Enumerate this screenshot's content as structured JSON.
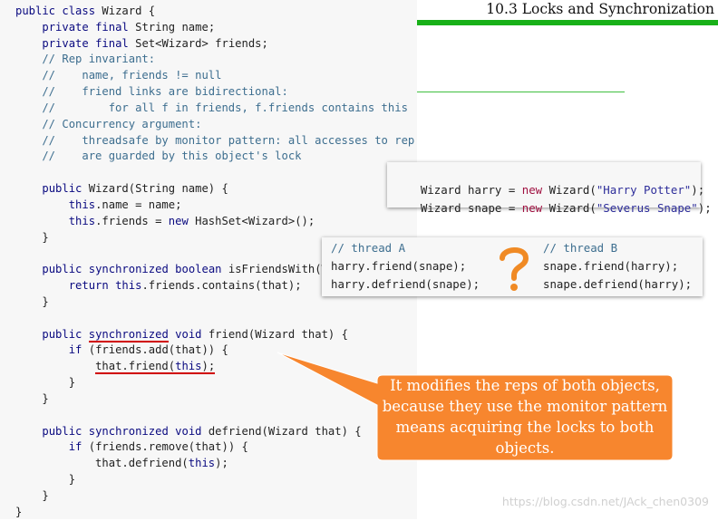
{
  "header": {
    "title": "10.3 Locks and Synchronization"
  },
  "code": {
    "lines": [
      "public class Wizard {",
      "    private final String name;",
      "    private final Set<Wizard> friends;",
      "    // Rep invariant:",
      "    //    name, friends != null",
      "    //    friend links are bidirectional:",
      "    //        for all f in friends, f.friends contains this",
      "    // Concurrency argument:",
      "    //    threadsafe by monitor pattern: all accesses to rep",
      "    //    are guarded by this object's lock",
      "",
      "    public Wizard(String name) {",
      "        this.name = name;",
      "        this.friends = new HashSet<Wizard>();",
      "    }",
      "",
      "    public synchronized boolean isFriendsWith(Wi",
      "        return this.friends.contains(that);",
      "    }",
      "",
      "    public synchronized void friend(Wizard that) {",
      "        if (friends.add(that)) {",
      "            that.friend(this);",
      "        }",
      "    }",
      "",
      "    public synchronized void defriend(Wizard that) {",
      "        if (friends.remove(that)) {",
      "            that.defriend(this);",
      "        }",
      "    }",
      "}"
    ]
  },
  "box_wizards": {
    "line1": {
      "decl": "Wizard harry = ",
      "kw": "new",
      "call": " Wizard(",
      "arg": "\"Harry Potter\"",
      "end": ");"
    },
    "line2": {
      "decl": "Wizard snape = ",
      "kw": "new",
      "call": " Wizard(",
      "arg": "\"Severus Snape\"",
      "end": ");"
    }
  },
  "box_threads": {
    "thread_a": {
      "comment": "// thread A",
      "lines": [
        "harry.friend(snape);",
        "harry.defriend(snape);"
      ]
    },
    "thread_b": {
      "comment": "// thread B",
      "lines": [
        "snape.friend(harry);",
        "snape.defriend(harry);"
      ]
    },
    "question_icon": "question-mark-icon"
  },
  "callout": {
    "text": "It modifies the reps of both objects, because they use the monitor pattern means acquiring the locks to both objects."
  },
  "watermark": "https://blog.csdn.net/JAck_chen0309",
  "colors": {
    "accent_green": "#18b018",
    "callout_orange": "#f7862e",
    "underline_red": "#d00000"
  }
}
